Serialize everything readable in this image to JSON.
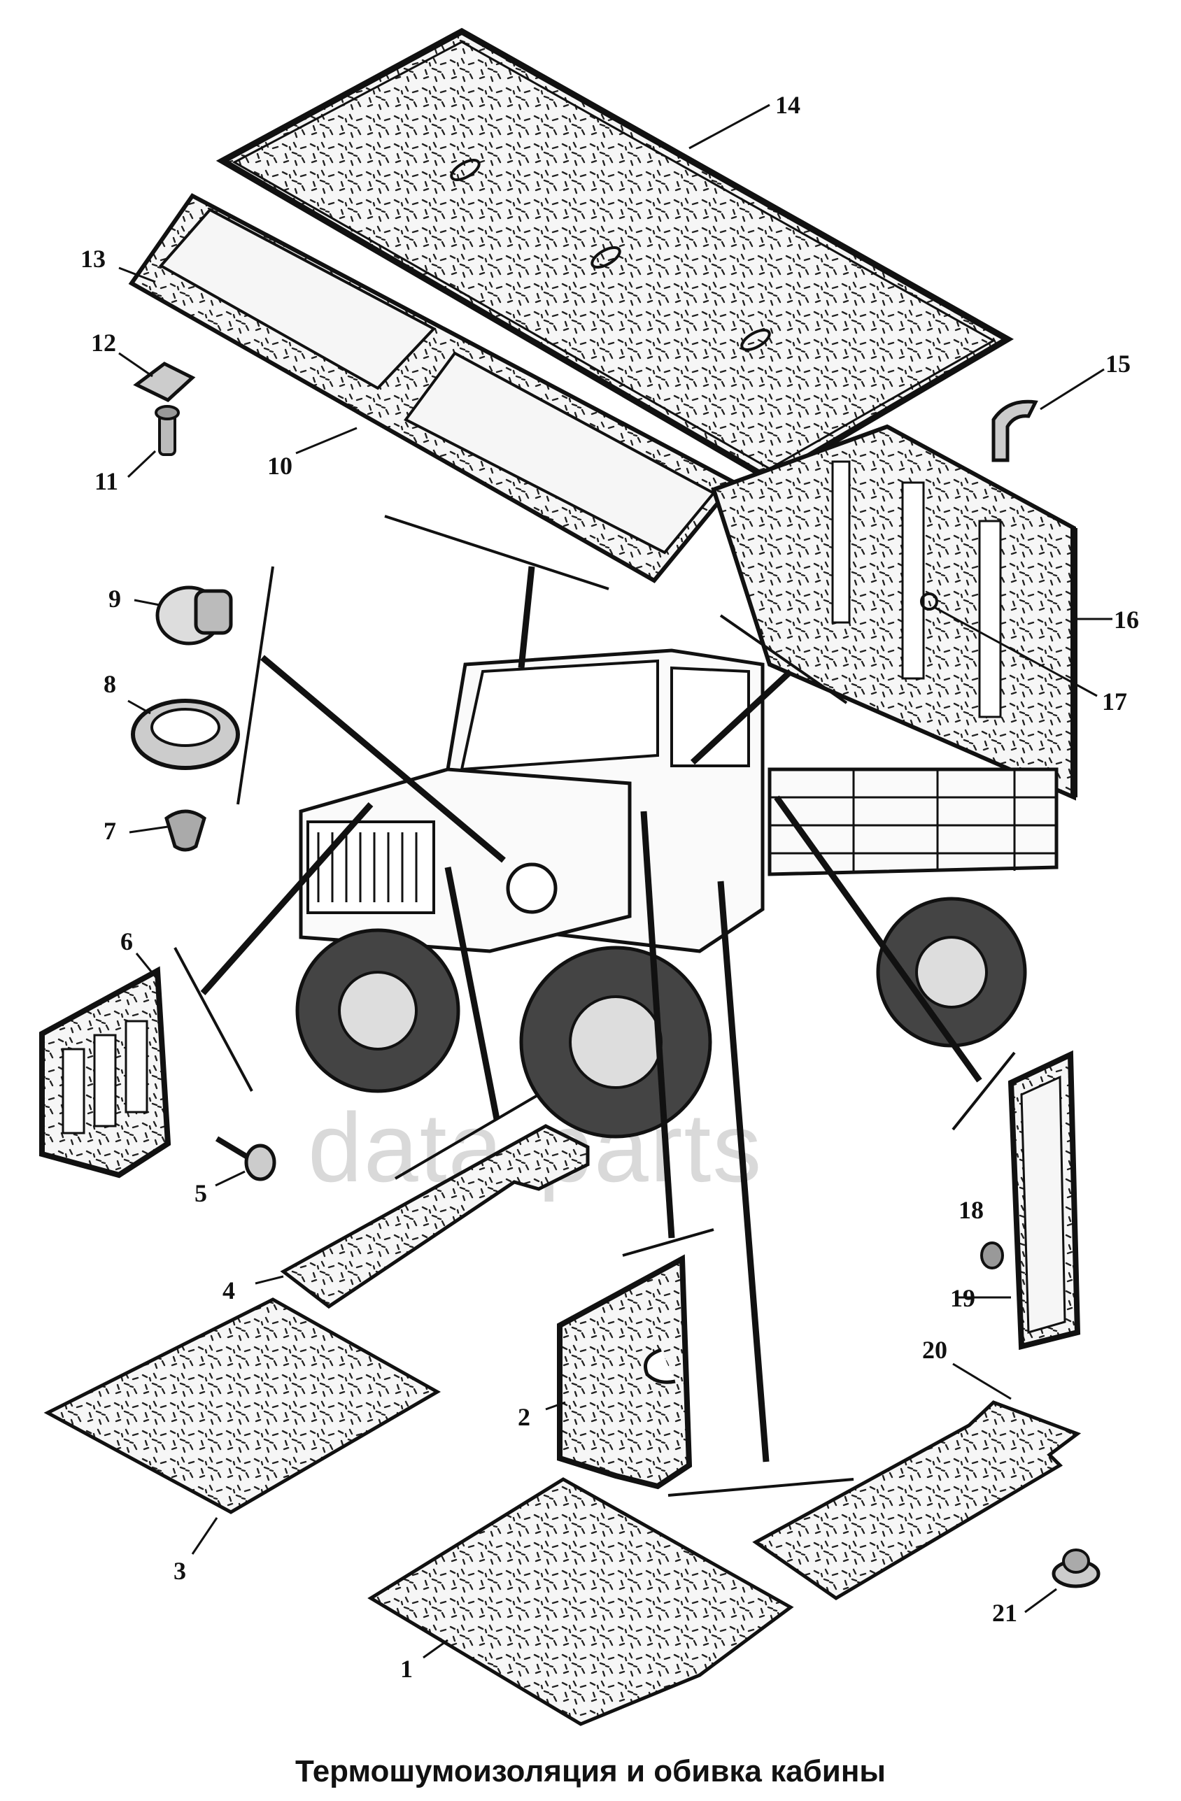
{
  "caption": "Термошумоизоляция и обивка кабины",
  "watermark": "data-parts",
  "callouts": [
    "1",
    "2",
    "3",
    "4",
    "5",
    "6",
    "7",
    "8",
    "9",
    "10",
    "11",
    "12",
    "13",
    "14",
    "15",
    "16",
    "17",
    "18",
    "19",
    "20",
    "21"
  ],
  "colors": {
    "ink": "#111111",
    "paper": "#ffffff",
    "panel_fill": "#f4f4f4",
    "watermark": "#d9d9d9"
  }
}
